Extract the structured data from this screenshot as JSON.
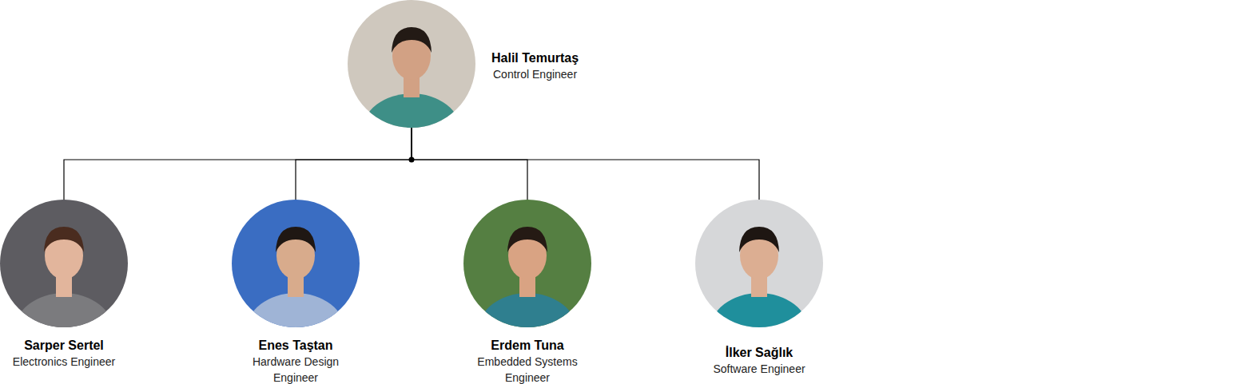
{
  "diagram": {
    "nodes": [
      {
        "text": [
          "Halil Temurtaş",
          "Control Engineer"
        ]
      },
      {
        "text": [
          "Sarper Sertel",
          "Electronics Engineer"
        ]
      },
      {
        "text": [
          "Enes Taştan",
          "Hardware Design Engineer"
        ]
      },
      {
        "text": [
          "Erdem Tuna",
          "Embedded Systems Engineer"
        ]
      },
      {
        "text": [
          "İlker Sağlık",
          "Software Engineer"
        ]
      }
    ],
    "edges": [
      {
        "from": 0,
        "to": 1,
        "arrow": "none"
      },
      {
        "from": 0,
        "to": 2,
        "arrow": "none"
      },
      {
        "from": 0,
        "to": 3,
        "arrow": "none"
      },
      {
        "from": 0,
        "to": 4,
        "arrow": "none"
      }
    ]
  }
}
